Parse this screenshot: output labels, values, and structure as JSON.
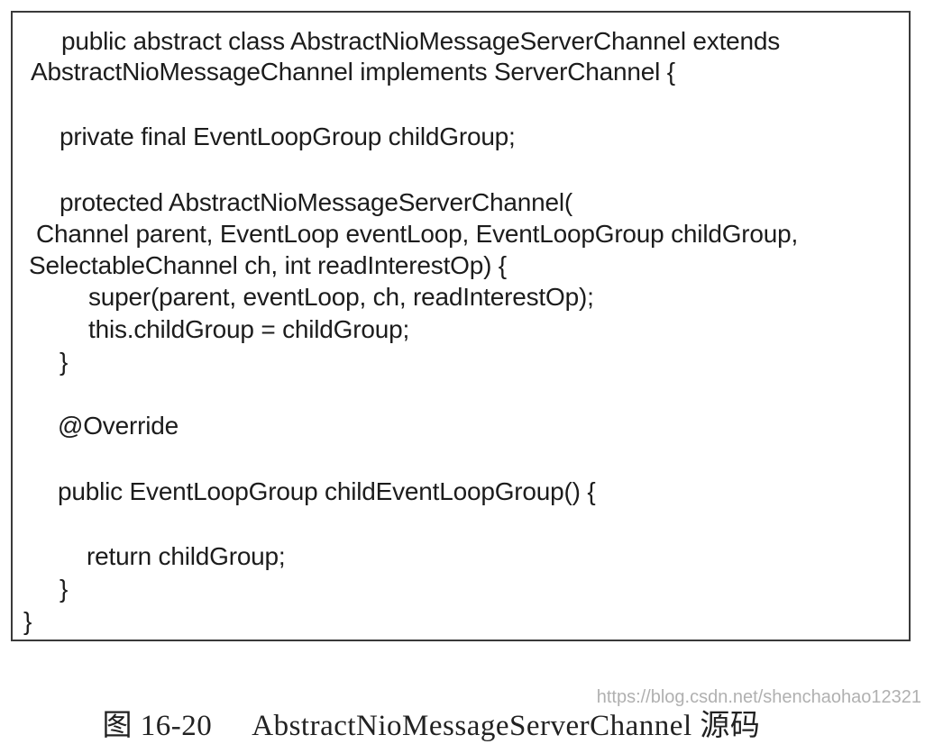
{
  "code": {
    "lines": [
      "public abstract class AbstractNioMessageServerChannel extends",
      "AbstractNioMessageChannel implements ServerChannel {",
      "private final EventLoopGroup childGroup;",
      "protected AbstractNioMessageServerChannel(",
      "Channel parent, EventLoop eventLoop, EventLoopGroup childGroup,",
      "SelectableChannel ch, int readInterestOp) {",
      "super(parent, eventLoop, ch, readInterestOp);",
      "this.childGroup = childGroup;",
      "}",
      "@Override",
      "public EventLoopGroup childEventLoopGroup() {",
      "return childGroup;",
      "}",
      "}"
    ]
  },
  "caption": {
    "label": "图 16-20",
    "text": "AbstractNioMessageServerChannel 源码"
  },
  "watermark": "https://blog.csdn.net/shenchaohao12321"
}
